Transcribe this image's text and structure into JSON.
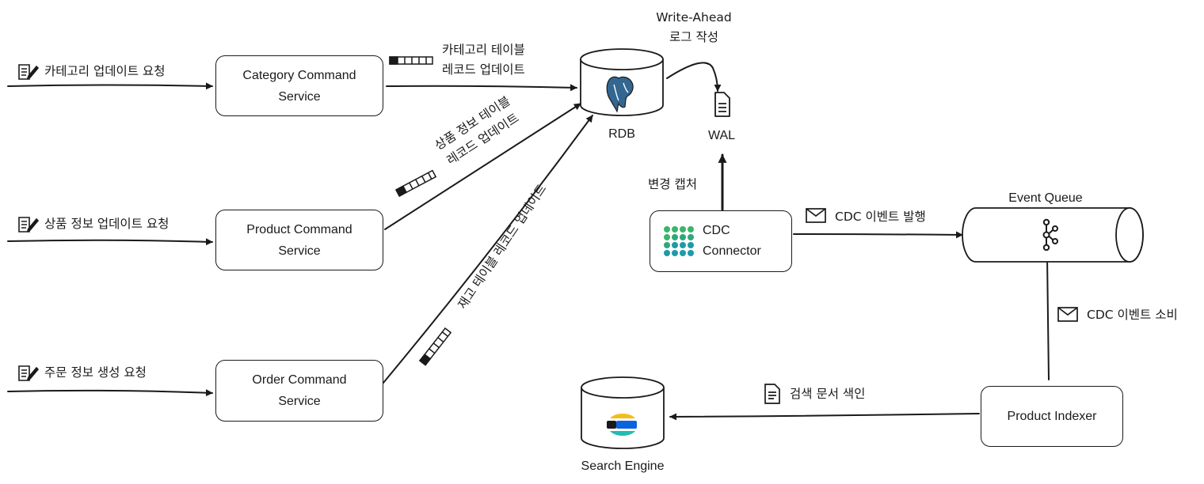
{
  "requests": {
    "category": "카테고리 업데이트 요청",
    "product": "상품 정보 업데이트 요청",
    "order": "주문 정보 생성 요청"
  },
  "services": {
    "category": [
      "Category Command",
      "Service"
    ],
    "product": [
      "Product Command",
      "Service"
    ],
    "order": [
      "Order Command",
      "Service"
    ],
    "cdc": [
      "CDC",
      "Connector"
    ],
    "indexer": "Product Indexer"
  },
  "edges": {
    "category_update": [
      "카테고리 테이블",
      "레코드 업데이트"
    ],
    "product_update": [
      "상품 정보 테이블",
      "레코드 업데이트"
    ],
    "inventory_update": "재고 테이블 레코드 업데이트",
    "write_ahead": [
      "Write-Ahead",
      "로그 작성"
    ],
    "change_capture": "변경 캡처",
    "cdc_publish": "CDC 이벤트 발행",
    "cdc_consume": "CDC 이벤트 소비",
    "index_docs": "검색 문서 색인"
  },
  "nodes": {
    "rdb": "RDB",
    "wal": "WAL",
    "event_queue": "Event Queue",
    "search_engine": "Search Engine"
  },
  "colors": {
    "stroke": "#1a1a1a",
    "postgres": "#336791",
    "cdc_green": "#3ab56b",
    "cdc_teal": "#1e9aa8",
    "elastic_yellow": "#f3bd19",
    "elastic_teal": "#24bbb1",
    "elastic_blue": "#0b64dd"
  },
  "icons": [
    "document-edit-icon",
    "envelope-icon",
    "document-icon",
    "database-icon",
    "postgres-icon",
    "wal-file-icon",
    "kafka-icon",
    "debezium-icon",
    "elastic-icon",
    "table-record-icon"
  ]
}
